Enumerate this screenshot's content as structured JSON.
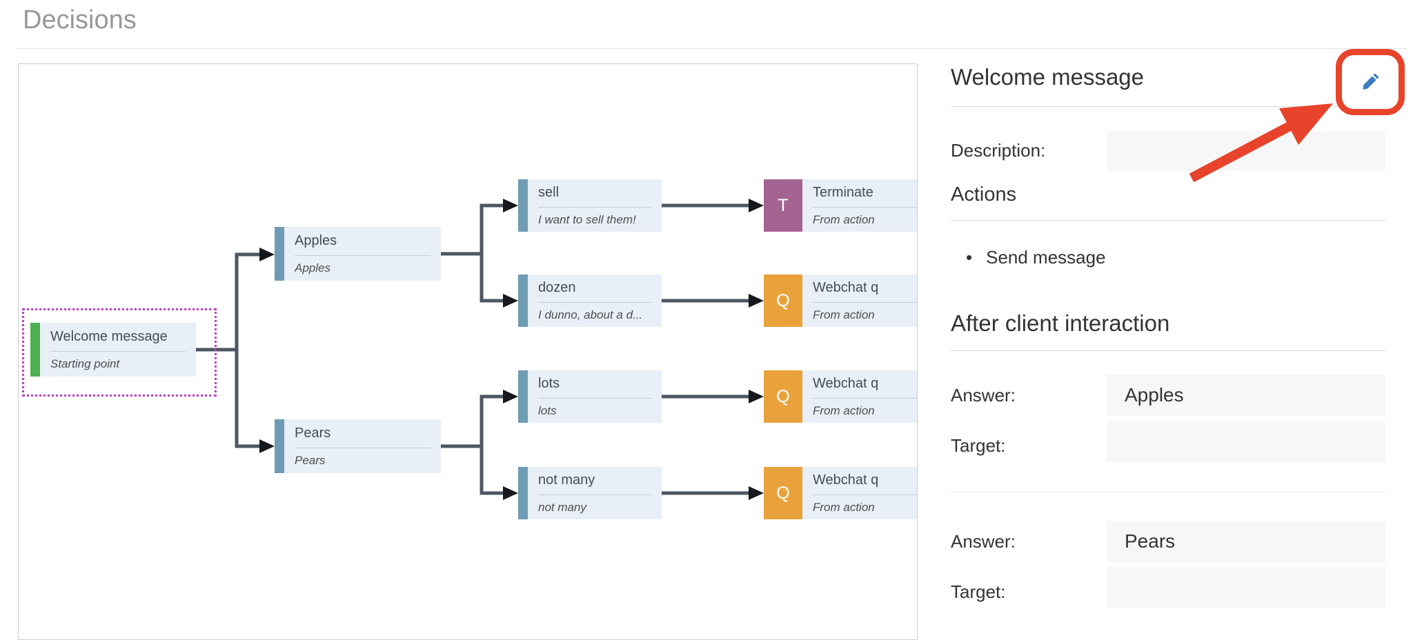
{
  "page": {
    "title": "Decisions"
  },
  "colors": {
    "accent_green": "#4caf50",
    "accent_blue": "#6f9bb4",
    "badge_purple": "#a46491",
    "badge_orange": "#e9a23b",
    "node_fill": "#e9eff7",
    "connector": "#4d5663",
    "selection_magenta": "#bf3fbf",
    "annotation_red": "#e8432b",
    "pencil_blue": "#3e7cc1",
    "field_bg": "#f7f7f7"
  },
  "tree": {
    "welcome": {
      "title": "Welcome message",
      "subtitle": "Starting point"
    },
    "apples": {
      "title": "Apples",
      "subtitle": "Apples"
    },
    "pears": {
      "title": "Pears",
      "subtitle": "Pears"
    },
    "sell": {
      "title": "sell",
      "subtitle": "I want to sell them!"
    },
    "dozen": {
      "title": "dozen",
      "subtitle": "I dunno, about a d..."
    },
    "lots": {
      "title": "lots",
      "subtitle": "lots"
    },
    "not_many": {
      "title": "not many",
      "subtitle": "not many"
    },
    "terminate": {
      "badge": "T",
      "title": "Terminate",
      "subtitle": "From action"
    },
    "webchat_dozen": {
      "badge": "Q",
      "title": "Webchat q",
      "subtitle": "From action"
    },
    "webchat_lots": {
      "badge": "Q",
      "title": "Webchat q",
      "subtitle": "From action"
    },
    "webchat_not_many": {
      "badge": "Q",
      "title": "Webchat q",
      "subtitle": "From action"
    }
  },
  "panel": {
    "title": "Welcome message",
    "edit_icon": "pencil-icon",
    "description_label": "Description:",
    "description_value": "",
    "actions_heading": "Actions",
    "actions": [
      "Send message"
    ],
    "after_heading": "After client interaction",
    "groups": [
      {
        "answer_label": "Answer:",
        "answer_value": "Apples",
        "target_label": "Target:",
        "target_value": ""
      },
      {
        "answer_label": "Answer:",
        "answer_value": "Pears",
        "target_label": "Target:",
        "target_value": ""
      }
    ]
  }
}
